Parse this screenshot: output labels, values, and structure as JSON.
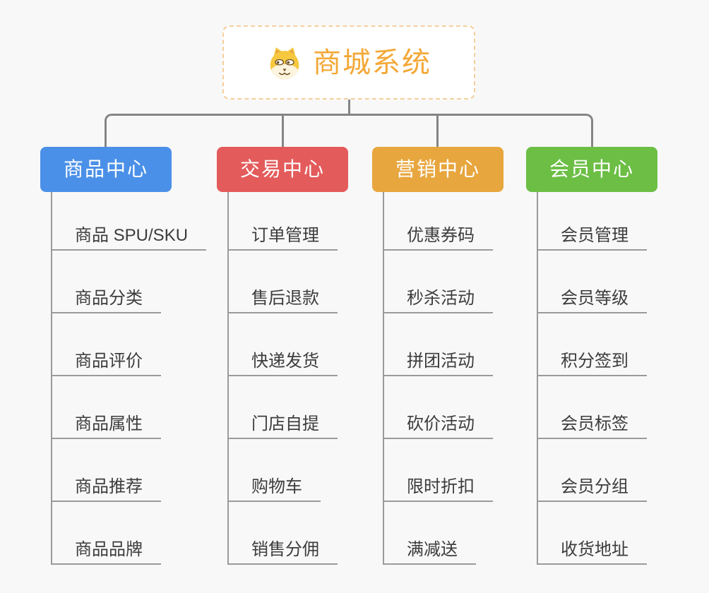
{
  "root": {
    "title": "商城系统",
    "icon": "dog-face-icon"
  },
  "branches": [
    {
      "label": "商品中心",
      "color": "#4B90E8",
      "items": [
        "商品 SPU/SKU",
        "商品分类",
        "商品评价",
        "商品属性",
        "商品推荐",
        "商品品牌"
      ]
    },
    {
      "label": "交易中心",
      "color": "#E45B5B",
      "items": [
        "订单管理",
        "售后退款",
        "快递发货",
        "门店自提",
        "购物车",
        "销售分佣"
      ]
    },
    {
      "label": "营销中心",
      "color": "#E8A63E",
      "items": [
        "优惠券码",
        "秒杀活动",
        "拼团活动",
        "砍价活动",
        "限时折扣",
        "满减送"
      ]
    },
    {
      "label": "会员中心",
      "color": "#6CBE45",
      "items": [
        "会员管理",
        "会员等级",
        "积分签到",
        "会员标签",
        "会员分组",
        "收货地址"
      ]
    }
  ],
  "colors": {
    "background": "#F8F8F8",
    "connector": "#858585",
    "sub_connector": "#9A9A9A",
    "item_text": "#3C3C3C",
    "root_border": "#F5CF9B",
    "root_title": "#F3A837",
    "branch_text": "#FFFFFF"
  }
}
